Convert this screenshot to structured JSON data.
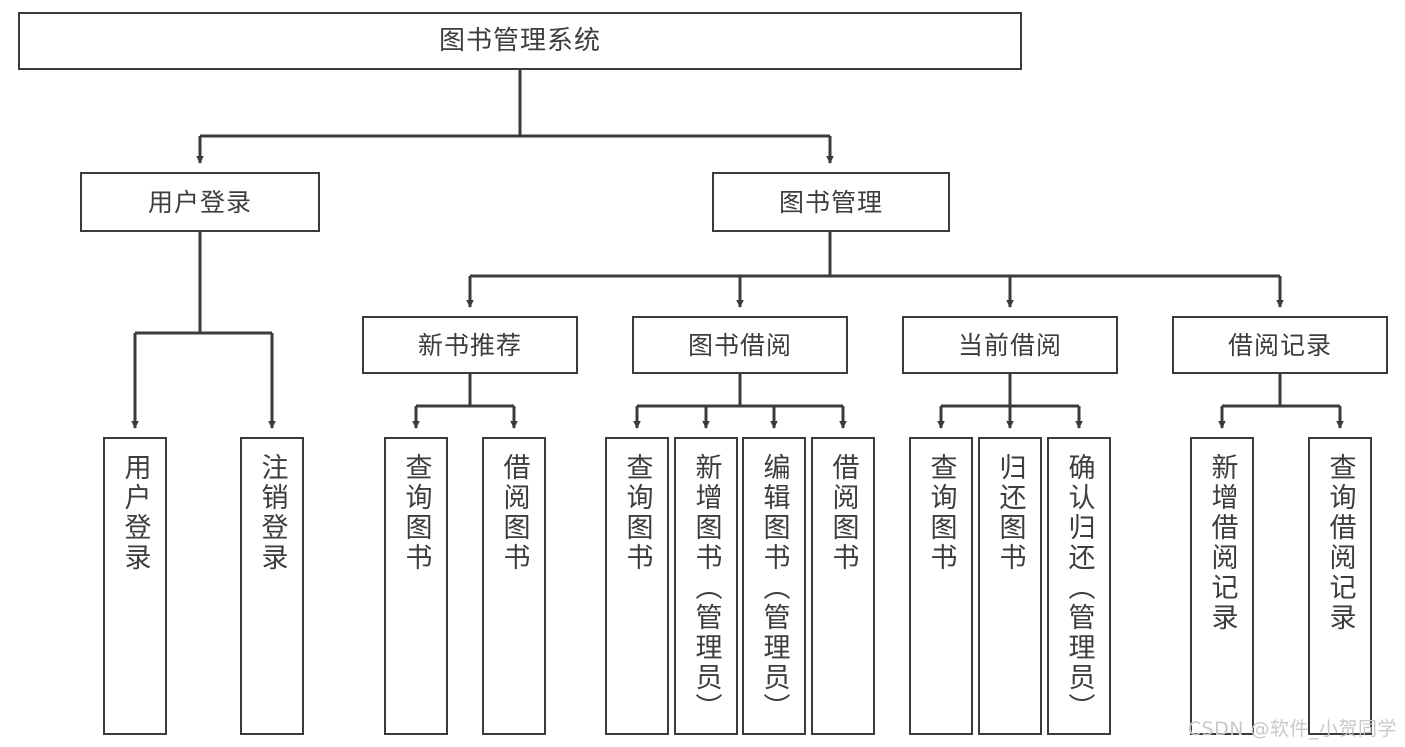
{
  "diagram": {
    "title": "图书管理系统",
    "type": "tree",
    "watermark": "CSDN @软件_小贺同学",
    "colors": {
      "box_border": "#3b3b3b",
      "box_fill": "#ffffff",
      "connector": "#3b3b3b",
      "text": "#3d3d3d",
      "watermark": "#c9c9c9"
    },
    "nodes": {
      "root": {
        "label": "图书管理系统"
      },
      "level2": [
        {
          "id": "user-login",
          "label": "用户登录"
        },
        {
          "id": "book-manage",
          "label": "图书管理"
        }
      ],
      "level3": [
        {
          "id": "new-book-recommend",
          "label": "新书推荐"
        },
        {
          "id": "book-borrow",
          "label": "图书借阅"
        },
        {
          "id": "current-borrow",
          "label": "当前借阅"
        },
        {
          "id": "borrow-record",
          "label": "借阅记录"
        }
      ],
      "leaves": {
        "user_login": [
          {
            "id": "leaf-user-login",
            "label": "用户登录"
          },
          {
            "id": "leaf-logout",
            "label": "注销登录"
          }
        ],
        "new_book_recommend": [
          {
            "id": "leaf-query-book-1",
            "label": "查询图书"
          },
          {
            "id": "leaf-borrow-book-1",
            "label": "借阅图书"
          }
        ],
        "book_borrow": [
          {
            "id": "leaf-query-book-2",
            "label": "查询图书"
          },
          {
            "id": "leaf-add-book",
            "label": "新增图书（管理员）"
          },
          {
            "id": "leaf-edit-book",
            "label": "编辑图书（管理员）"
          },
          {
            "id": "leaf-borrow-book-2",
            "label": "借阅图书"
          }
        ],
        "current_borrow": [
          {
            "id": "leaf-query-book-3",
            "label": "查询图书"
          },
          {
            "id": "leaf-return-book",
            "label": "归还图书"
          },
          {
            "id": "leaf-confirm-return",
            "label": "确认归还（管理员）"
          }
        ],
        "borrow_record": [
          {
            "id": "leaf-add-record",
            "label": "新增借阅记录"
          },
          {
            "id": "leaf-query-record",
            "label": "查询借阅记录"
          }
        ]
      }
    }
  }
}
